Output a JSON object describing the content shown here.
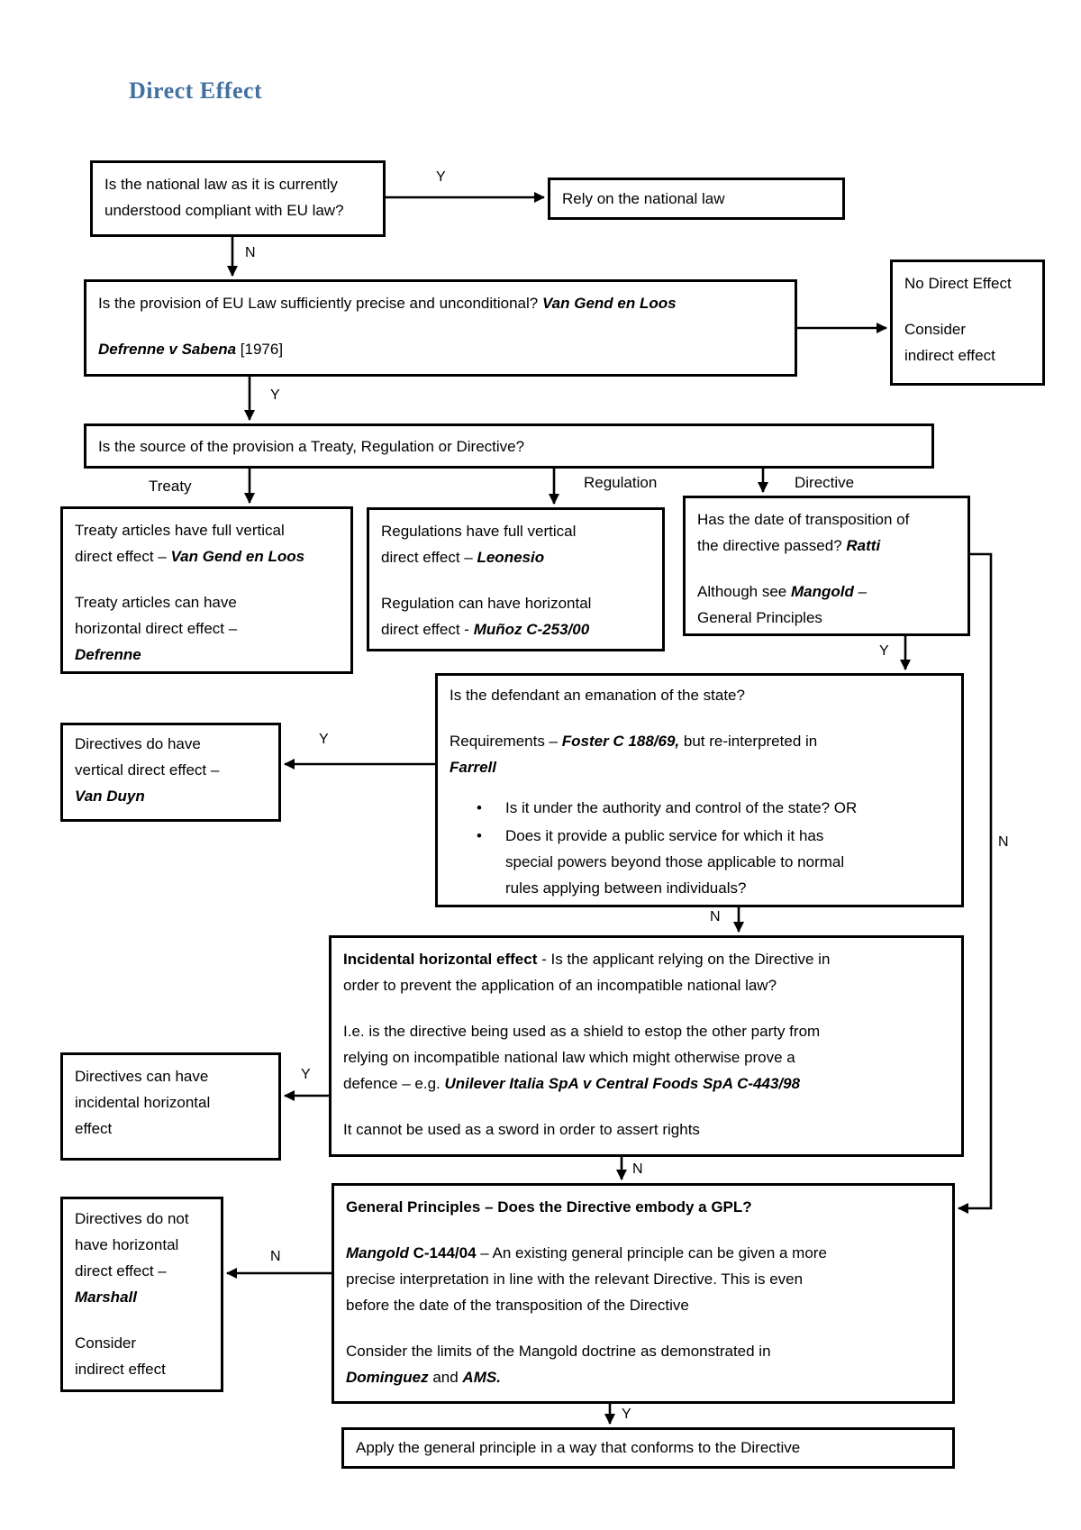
{
  "title": "Direct Effect",
  "colors": {
    "title": "#44709d",
    "line": "#000000"
  },
  "labels": {
    "yes": "Y",
    "no": "N"
  },
  "branch_labels": {
    "treaty": "Treaty",
    "regulation": "Regulation",
    "directive": "Directive"
  },
  "boxes": {
    "national_law": [
      {
        "runs": [
          {
            "t": "Is the national law as it is currently"
          },
          {
            "br": true
          },
          {
            "t": "understood compliant with EU law?"
          }
        ]
      }
    ],
    "rely_national_law": [
      {
        "runs": [
          {
            "t": "Rely on the national law"
          }
        ]
      }
    ],
    "precise_unconditional": [
      {
        "runs": [
          {
            "t": "Is the provision of EU Law sufficiently precise and unconditional? "
          },
          {
            "t": "Van Gend en Loos",
            "b": true,
            "i": true
          }
        ]
      },
      {
        "runs": [
          {
            "t": "Defrenne v Sabena",
            "b": true,
            "i": true
          },
          {
            "t": " [1976]"
          }
        ]
      }
    ],
    "no_direct_effect": [
      {
        "runs": [
          {
            "t": "No Direct Effect"
          }
        ]
      },
      {
        "runs": [
          {
            "t": "Consider"
          },
          {
            "br": true
          },
          {
            "t": "indirect effect"
          }
        ]
      }
    ],
    "source_question": [
      {
        "runs": [
          {
            "t": "Is the source of the provision a Treaty, Regulation or Directive?"
          }
        ]
      }
    ],
    "treaty": [
      {
        "runs": [
          {
            "t": "Treaty articles have full vertical"
          },
          {
            "br": true
          },
          {
            "t": "direct effect – "
          },
          {
            "t": "Van Gend en Loos",
            "b": true,
            "i": true
          }
        ]
      },
      {
        "runs": [
          {
            "t": "Treaty articles can have"
          },
          {
            "br": true
          },
          {
            "t": "horizontal direct effect –"
          },
          {
            "br": true
          },
          {
            "t": "Defrenne",
            "b": true,
            "i": true
          }
        ]
      }
    ],
    "regulation": [
      {
        "runs": [
          {
            "t": "Regulations have full vertical"
          },
          {
            "br": true
          },
          {
            "t": "direct effect – "
          },
          {
            "t": "Leonesio",
            "b": true,
            "i": true
          }
        ]
      },
      {
        "runs": [
          {
            "t": "Regulation can have horizontal"
          },
          {
            "br": true
          },
          {
            "t": "direct effect - "
          },
          {
            "t": "Muñoz C-253/00",
            "b": true,
            "i": true
          }
        ]
      }
    ],
    "directive": [
      {
        "runs": [
          {
            "t": "Has the date of transposition of"
          },
          {
            "br": true
          },
          {
            "t": "the directive passed? "
          },
          {
            "t": "Ratti",
            "b": true,
            "i": true
          }
        ]
      },
      {
        "runs": [
          {
            "t": "Although see "
          },
          {
            "t": "Mangold",
            "b": true,
            "i": true
          },
          {
            "t": " –"
          },
          {
            "br": true
          },
          {
            "t": "General Principles"
          }
        ]
      }
    ],
    "emanation": [
      {
        "runs": [
          {
            "t": "Is the defendant an emanation of the state?"
          }
        ]
      },
      {
        "runs": [
          {
            "t": "Requirements – "
          },
          {
            "t": "Foster C 188/69,",
            "b": true,
            "i": true
          },
          {
            "t": " but re-interpreted in"
          },
          {
            "br": true
          },
          {
            "t": "Farrell",
            "b": true,
            "i": true
          }
        ]
      },
      {
        "bullet": true,
        "runs": [
          {
            "t": "Is it under the authority and control of the state? OR"
          }
        ]
      },
      {
        "bullet": true,
        "runs": [
          {
            "t": "Does it provide a public service for which it has"
          },
          {
            "br": true
          },
          {
            "t": "special powers beyond those applicable to normal"
          },
          {
            "br": true
          },
          {
            "t": "rules applying between individuals?"
          }
        ]
      }
    ],
    "van_duyn": [
      {
        "runs": [
          {
            "t": "Directives do have"
          },
          {
            "br": true
          },
          {
            "t": "vertical direct effect –"
          },
          {
            "br": true
          },
          {
            "t": "Van Duyn",
            "b": true,
            "i": true
          }
        ]
      }
    ],
    "incidental": [
      {
        "runs": [
          {
            "t": "Incidental horizontal effect",
            "b": true
          },
          {
            "t": " - Is the applicant relying on the Directive in"
          },
          {
            "br": true
          },
          {
            "t": "order to prevent the application of an incompatible national law?"
          }
        ]
      },
      {
        "runs": [
          {
            "t": "I.e. is the directive being used as a shield to estop the other party from"
          },
          {
            "br": true
          },
          {
            "t": "relying on incompatible national law which might otherwise prove a"
          },
          {
            "br": true
          },
          {
            "t": "defence – e.g. "
          },
          {
            "t": "Unilever Italia SpA v Central Foods SpA C-443/98",
            "b": true,
            "i": true
          }
        ]
      },
      {
        "runs": [
          {
            "t": "It cannot be used as a sword in order to assert rights"
          }
        ]
      }
    ],
    "incidental_left": [
      {
        "runs": [
          {
            "t": "Directives can have"
          },
          {
            "br": true
          },
          {
            "t": "incidental horizontal"
          },
          {
            "br": true
          },
          {
            "t": "effect"
          }
        ]
      }
    ],
    "general_principles": [
      {
        "runs": [
          {
            "t": "General Principles – Does the Directive embody a GPL?",
            "b": true
          }
        ]
      },
      {
        "runs": [
          {
            "t": "Mangold",
            "b": true,
            "i": true
          },
          {
            "t": " C-144/04",
            "b": true
          },
          {
            "t": " – An existing general principle can be given a more"
          },
          {
            "br": true
          },
          {
            "t": "precise interpretation in line with the relevant Directive. This is even"
          },
          {
            "br": true
          },
          {
            "t": "before the date of the transposition of the Directive"
          }
        ]
      },
      {
        "runs": [
          {
            "t": "Consider the limits of the Mangold doctrine as demonstrated in"
          },
          {
            "br": true
          },
          {
            "t": "Dominguez",
            "b": true,
            "i": true
          },
          {
            "t": " and "
          },
          {
            "t": "AMS.",
            "b": true,
            "i": true
          }
        ]
      }
    ],
    "marshall": [
      {
        "runs": [
          {
            "t": "Directives do not"
          },
          {
            "br": true
          },
          {
            "t": "have horizontal"
          },
          {
            "br": true
          },
          {
            "t": "direct effect –"
          },
          {
            "br": true
          },
          {
            "t": "Marshall",
            "b": true,
            "i": true
          }
        ]
      },
      {
        "runs": [
          {
            "t": "Consider"
          },
          {
            "br": true
          },
          {
            "t": "indirect effect"
          }
        ]
      }
    ],
    "apply_principle": [
      {
        "runs": [
          {
            "t": "Apply the general principle in a way that conforms to the Directive"
          }
        ]
      }
    ]
  }
}
